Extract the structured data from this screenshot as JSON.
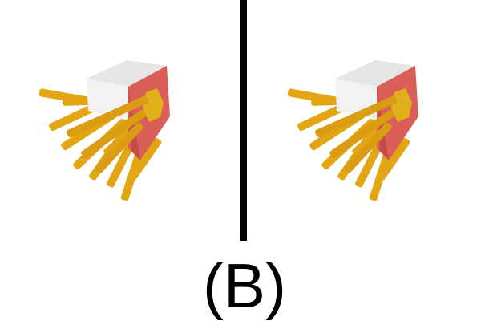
{
  "caption": {
    "label": "(B)"
  },
  "colors": {
    "background": "#ffffff",
    "divider": "#000000",
    "fry": "#e2a514",
    "fry_shadow": "#b9800b",
    "box_red": "#d95f58",
    "box_side": "#f2f2f2",
    "emblem": "#e0b11b"
  },
  "images": [
    {
      "name": "fries-left",
      "icon": "french-fries-icon"
    },
    {
      "name": "fries-right",
      "icon": "french-fries-icon"
    }
  ]
}
